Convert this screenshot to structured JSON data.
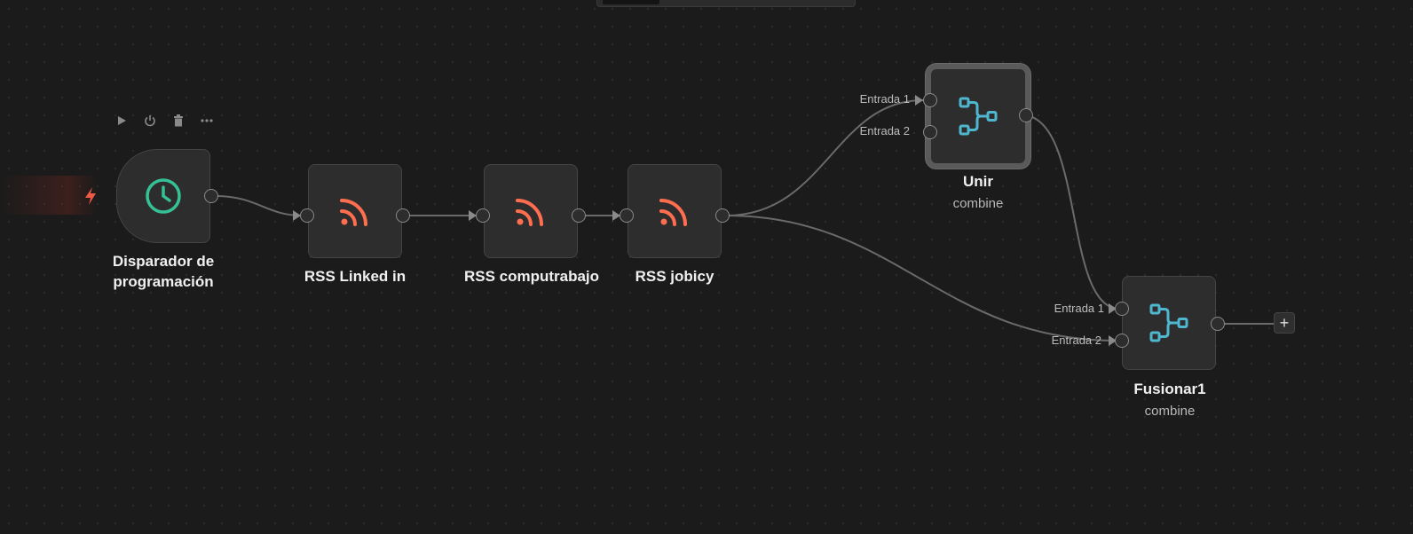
{
  "colors": {
    "canvas": "#1b1b1b",
    "node_bg": "#2d2d2d",
    "rss_orange": "#ff6e4f",
    "merge_cyan": "#4fb6cf",
    "trigger_green": "#35c195",
    "bolt_red": "#ef5a47"
  },
  "toolbar": {
    "icons": [
      "play-icon",
      "power-icon",
      "trash-icon",
      "more-icon"
    ]
  },
  "nodes": {
    "trigger": {
      "label_line1": "Disparador de",
      "label_line2": "programación",
      "icon": "clock-icon"
    },
    "rss_linkedin": {
      "label": "RSS Linked in",
      "icon": "rss-icon"
    },
    "rss_computrabajo": {
      "label": "RSS computrabajo",
      "icon": "rss-icon"
    },
    "rss_jobicy": {
      "label": "RSS jobicy",
      "icon": "rss-icon"
    },
    "unir": {
      "label": "Unir",
      "sublabel": "combine",
      "input1": "Entrada 1",
      "input2": "Entrada 2",
      "icon": "merge-icon"
    },
    "fusionar1": {
      "label": "Fusionar1",
      "sublabel": "combine",
      "input1": "Entrada 1",
      "input2": "Entrada 2",
      "icon": "merge-icon"
    }
  },
  "add_button": "+"
}
